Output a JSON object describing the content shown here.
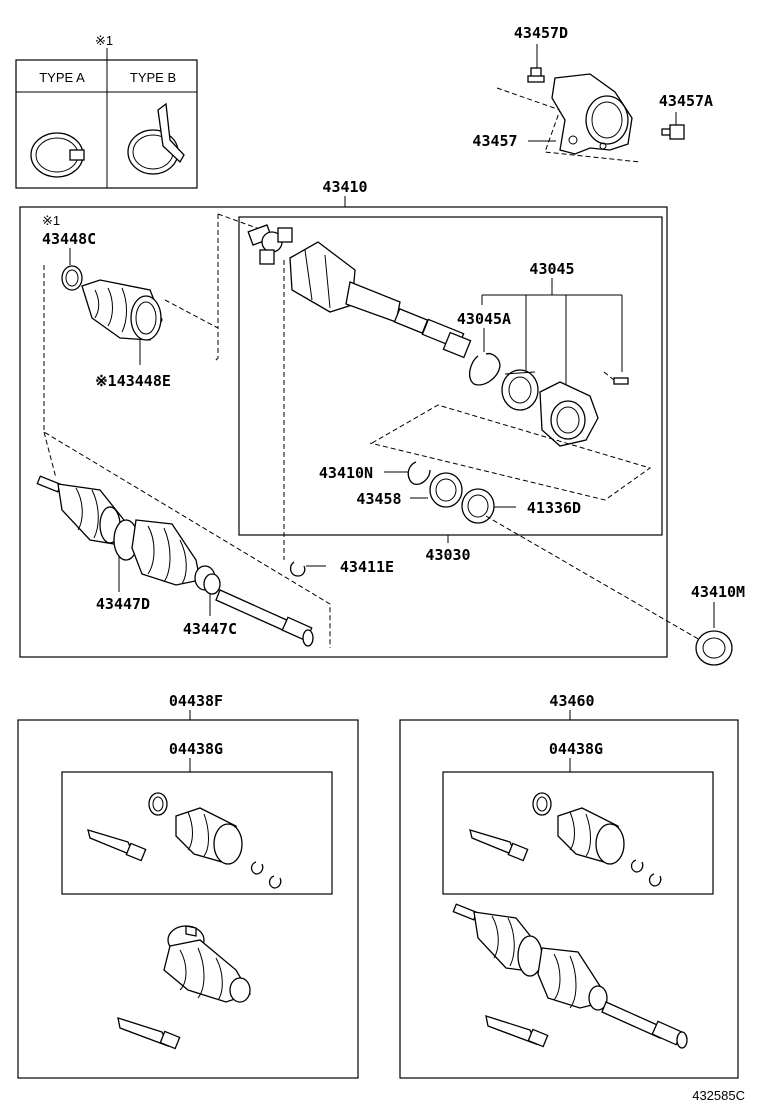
{
  "note_mark": "※1",
  "clamp_types": {
    "type_a": "TYPE A",
    "type_b": "TYPE B"
  },
  "labels": {
    "p43457D": "43457D",
    "p43457A": "43457A",
    "p43457": "43457",
    "p43410": "43410",
    "p43448C_mark": "※1",
    "p43448C": "43448C",
    "p43448E": "※143448E",
    "p43045": "43045",
    "p43045A": "43045A",
    "p43410N": "43410N",
    "p43458": "43458",
    "p41336D": "41336D",
    "p43030": "43030",
    "p43411E": "43411E",
    "p43447D": "43447D",
    "p43447C": "43447C",
    "p43410M": "43410M",
    "p04438F": "04438F",
    "p04438G_left": "04438G",
    "p43460": "43460",
    "p04438G_right": "04438G"
  },
  "diagram_id": "432585C"
}
